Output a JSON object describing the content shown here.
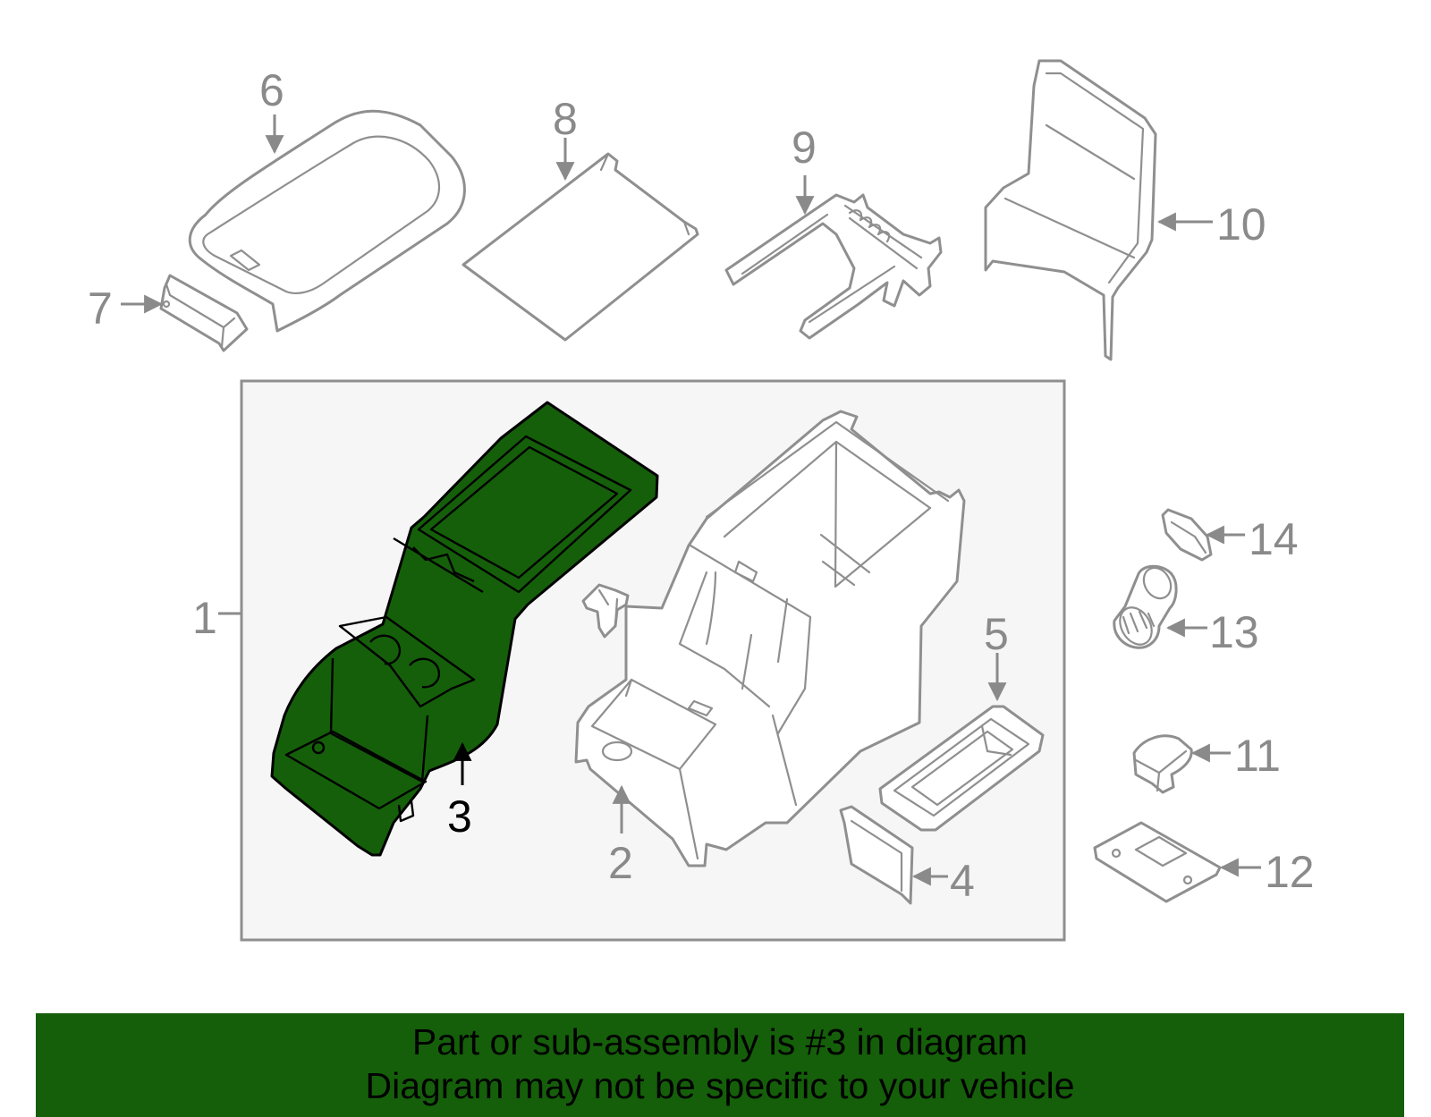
{
  "callouts": {
    "c1": "1",
    "c2": "2",
    "c3": "3",
    "c4": "4",
    "c5": "5",
    "c6": "6",
    "c7": "7",
    "c8": "8",
    "c9": "9",
    "c10": "10",
    "c11": "11",
    "c12": "12",
    "c13": "13",
    "c14": "14"
  },
  "highlighted_part": "3",
  "colors": {
    "highlight": "#155f0a",
    "outline": "#8f8f8f",
    "assembly_box_fill": "#f6f6f6",
    "banner": "#155f0a"
  },
  "banner": {
    "line1": "Part or sub-assembly is #3 in diagram",
    "line2": "Diagram may not be specific to your vehicle"
  }
}
